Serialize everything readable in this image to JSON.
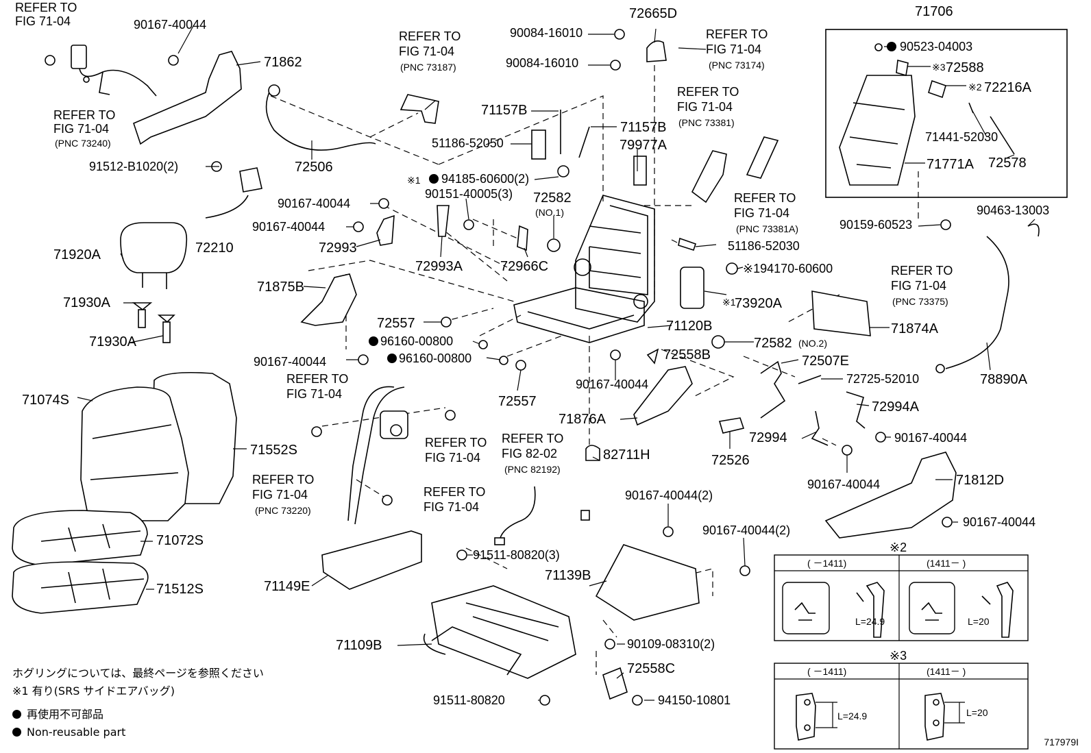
{
  "callouts": [
    {
      "id": "c1",
      "text": "REFER TO"
    },
    {
      "id": "c2",
      "text": "FIG 71-04"
    },
    {
      "id": "c3",
      "text": "90167-40044"
    },
    {
      "id": "c4",
      "text": "71862"
    },
    {
      "id": "c5",
      "text": "REFER TO"
    },
    {
      "id": "c6",
      "text": "FIG 71-04"
    },
    {
      "id": "c7",
      "text": "(PNC 73240)"
    },
    {
      "id": "c8",
      "text": "91512-B1020(2)"
    },
    {
      "id": "c9",
      "text": "72210"
    },
    {
      "id": "c10",
      "text": "REFER TO"
    },
    {
      "id": "c11",
      "text": "FIG 71-04"
    },
    {
      "id": "c12",
      "text": "(PNC 73187)"
    },
    {
      "id": "c13",
      "text": "72506"
    },
    {
      "id": "c14",
      "text": "90084-16010"
    },
    {
      "id": "c15",
      "text": "90084-16010"
    },
    {
      "id": "c16",
      "text": "72665D"
    },
    {
      "id": "c17",
      "text": "REFER TO"
    },
    {
      "id": "c18",
      "text": "FIG 71-04"
    },
    {
      "id": "c19",
      "text": "(PNC 73174)"
    },
    {
      "id": "c20",
      "text": "71157B"
    },
    {
      "id": "c21",
      "text": "71157B"
    },
    {
      "id": "c22",
      "text": "51186-52050"
    },
    {
      "id": "c23",
      "text": "79977A"
    },
    {
      "id": "c24",
      "text": "REFER TO"
    },
    {
      "id": "c25",
      "text": "FIG 71-04"
    },
    {
      "id": "c26",
      "text": "(PNC 73381)"
    },
    {
      "id": "c27",
      "text": "※1"
    },
    {
      "id": "c28",
      "text": "94185-60600(2)"
    },
    {
      "id": "c29",
      "text": "90151-40005(3)"
    },
    {
      "id": "c30",
      "text": "72582"
    },
    {
      "id": "c31",
      "text": "(NO.1)"
    },
    {
      "id": "c32",
      "text": "90167-40044"
    },
    {
      "id": "c33",
      "text": "90167-40044"
    },
    {
      "id": "c34",
      "text": "72993"
    },
    {
      "id": "c35",
      "text": "72993A"
    },
    {
      "id": "c36",
      "text": "72966C"
    },
    {
      "id": "c37",
      "text": "REFER TO"
    },
    {
      "id": "c38",
      "text": "FIG 71-04"
    },
    {
      "id": "c39",
      "text": "(PNC 73381A)"
    },
    {
      "id": "c40",
      "text": "51186-52030"
    },
    {
      "id": "c41",
      "text": "※194170-60600"
    },
    {
      "id": "c42",
      "text": "71920A"
    },
    {
      "id": "c43",
      "text": "71930A"
    },
    {
      "id": "c44",
      "text": "71930A"
    },
    {
      "id": "c45",
      "text": "71875B"
    },
    {
      "id": "c46",
      "text": "72557"
    },
    {
      "id": "c47",
      "text": "96160-00800"
    },
    {
      "id": "c48",
      "text": "96160-00800"
    },
    {
      "id": "c49",
      "text": "90167-40044"
    },
    {
      "id": "c50",
      "text": "72557"
    },
    {
      "id": "c51",
      "text": "71120B"
    },
    {
      "id": "c52",
      "text": "72558B"
    },
    {
      "id": "c53",
      "text": "※1"
    },
    {
      "id": "c54",
      "text": "73920A"
    },
    {
      "id": "c55",
      "text": "72582"
    },
    {
      "id": "c56",
      "text": "(NO.2)"
    },
    {
      "id": "c57",
      "text": "REFER TO"
    },
    {
      "id": "c58",
      "text": "FIG 71-04"
    },
    {
      "id": "c59",
      "text": "(PNC 73375)"
    },
    {
      "id": "c60",
      "text": "71874A"
    },
    {
      "id": "c61",
      "text": "71074S"
    },
    {
      "id": "c62",
      "text": "71552S"
    },
    {
      "id": "c63",
      "text": "REFER TO"
    },
    {
      "id": "c64",
      "text": "FIG 71-04"
    },
    {
      "id": "c65",
      "text": "REFER TO"
    },
    {
      "id": "c66",
      "text": "FIG 71-04"
    },
    {
      "id": "c67",
      "text": "90167-40044"
    },
    {
      "id": "c68",
      "text": "71876A"
    },
    {
      "id": "c69",
      "text": "REFER TO"
    },
    {
      "id": "c70",
      "text": "FIG 82-02"
    },
    {
      "id": "c71",
      "text": "(PNC 82192)"
    },
    {
      "id": "c72",
      "text": "82711H"
    },
    {
      "id": "c73",
      "text": "72526"
    },
    {
      "id": "c74",
      "text": "72507E"
    },
    {
      "id": "c75",
      "text": "72725-52010"
    },
    {
      "id": "c76",
      "text": "72994A"
    },
    {
      "id": "c77",
      "text": "72994"
    },
    {
      "id": "c78",
      "text": "90167-40044"
    },
    {
      "id": "c79",
      "text": "90167-40044"
    },
    {
      "id": "c80",
      "text": "78890A"
    },
    {
      "id": "c81",
      "text": "90463-13003"
    },
    {
      "id": "c82",
      "text": "REFER TO"
    },
    {
      "id": "c83",
      "text": "FIG 71-04"
    },
    {
      "id": "c84",
      "text": "(PNC 73220)"
    },
    {
      "id": "c85",
      "text": "REFER TO"
    },
    {
      "id": "c86",
      "text": "FIG 71-04"
    },
    {
      "id": "c87",
      "text": "71072S"
    },
    {
      "id": "c88",
      "text": "71512S"
    },
    {
      "id": "c89",
      "text": "71149E"
    },
    {
      "id": "c90",
      "text": "91511-80820(3)"
    },
    {
      "id": "c91",
      "text": "90167-40044(2)"
    },
    {
      "id": "c92",
      "text": "90167-40044(2)"
    },
    {
      "id": "c93",
      "text": "71139B"
    },
    {
      "id": "c94",
      "text": "71812D"
    },
    {
      "id": "c95",
      "text": "90167-40044"
    },
    {
      "id": "c96",
      "text": "71109B"
    },
    {
      "id": "c97",
      "text": "90109-08310(2)"
    },
    {
      "id": "c98",
      "text": "72558C"
    },
    {
      "id": "c99",
      "text": "91511-80820"
    },
    {
      "id": "c100",
      "text": "94150-10801"
    },
    {
      "id": "c101",
      "text": "71706"
    },
    {
      "id": "c102",
      "text": "90523-04003"
    },
    {
      "id": "c103",
      "text": "※3"
    },
    {
      "id": "c104",
      "text": "72588"
    },
    {
      "id": "c105",
      "text": "※2"
    },
    {
      "id": "c106",
      "text": "72216A"
    },
    {
      "id": "c107",
      "text": "71441-52030"
    },
    {
      "id": "c108",
      "text": "72578"
    },
    {
      "id": "c109",
      "text": "71771A"
    },
    {
      "id": "c110",
      "text": "90159-60523"
    }
  ],
  "inset2": {
    "mark": "※2",
    "col_left": "( －1411)",
    "col_right": "(1411－ )",
    "len_left": "L=24.9",
    "len_right": "L=20"
  },
  "inset3": {
    "mark": "※3",
    "col_left": "( －1411)",
    "col_right": "(1411－ )",
    "len_left": "L=24.9",
    "len_right": "L=20"
  },
  "legend": {
    "line1": "ホグリングについては、最終ページを参照ください",
    "line2": "※1 有り(SRS サイドエアバッグ)",
    "line3": "再使用不可部品",
    "line4": "Non-reusable part"
  },
  "image_id": "717979I"
}
